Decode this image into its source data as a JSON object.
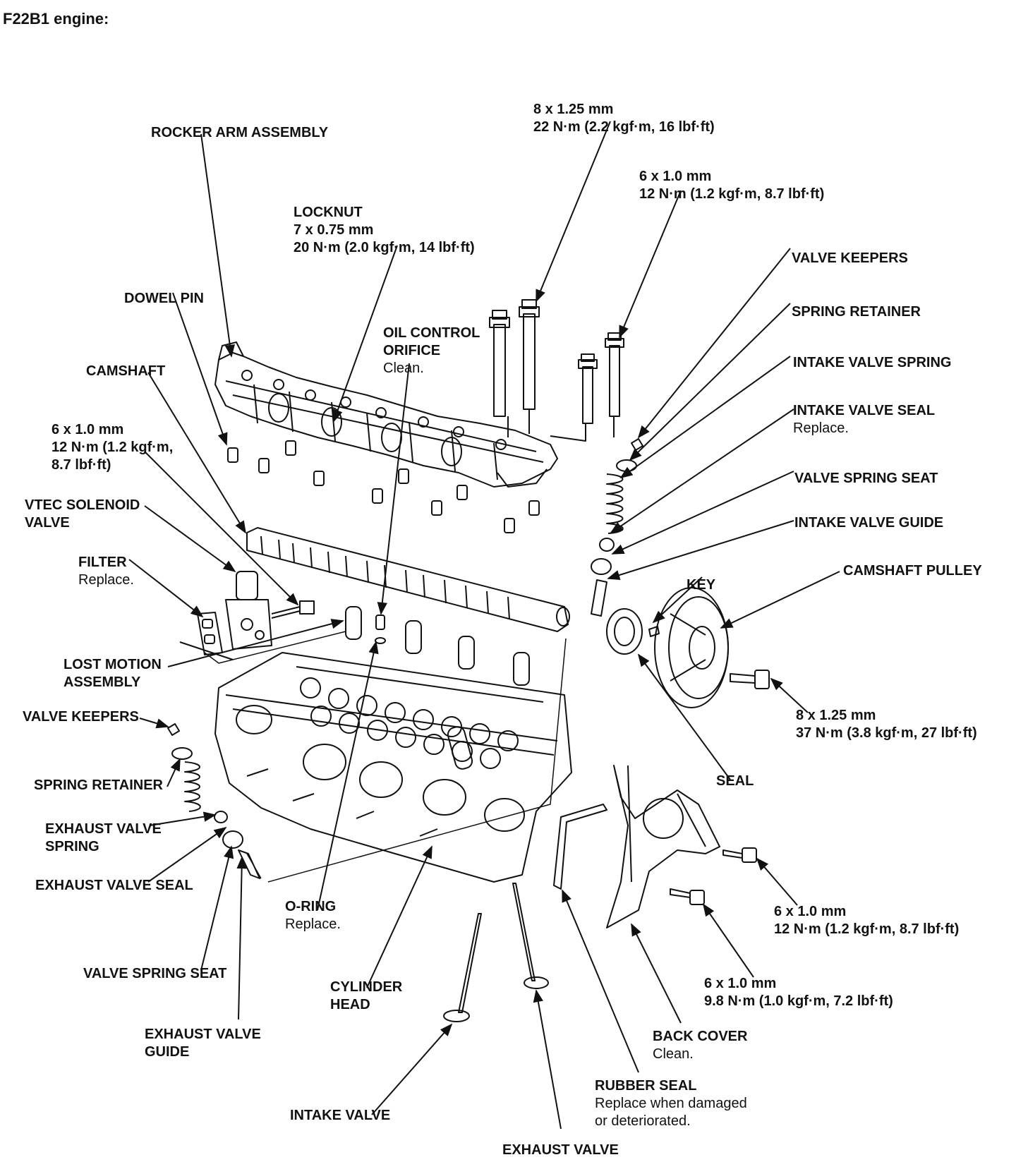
{
  "title": "F22B1 engine:",
  "labels": {
    "rocker_arm_assembly": "ROCKER ARM ASSEMBLY",
    "bolt_8x125_top": {
      "size": "8 x 1.25 mm",
      "torque": "22 N·m (2.2 kgf·m, 16 lbf·ft)"
    },
    "bolt_6x10_top": {
      "size": "6 x 1.0 mm",
      "torque": "12 N·m (1.2 kgf·m, 8.7 lbf·ft)"
    },
    "locknut": {
      "name": "LOCKNUT",
      "size": "7 x 0.75 mm",
      "torque": "20 N·m (2.0 kgf·m, 14 lbf·ft)"
    },
    "valve_keepers_right": "VALVE KEEPERS",
    "spring_retainer_right": "SPRING RETAINER",
    "intake_valve_spring": "INTAKE VALVE SPRING",
    "intake_valve_seal": {
      "name": "INTAKE VALVE SEAL",
      "note": "Replace."
    },
    "valve_spring_seat_right": "VALVE SPRING SEAT",
    "intake_valve_guide": "INTAKE VALVE GUIDE",
    "camshaft_pulley": "CAMSHAFT PULLEY",
    "key": "KEY",
    "dowel_pin": "DOWEL PIN",
    "oil_control_orifice": {
      "line1": "OIL CONTROL",
      "line2": "ORIFICE",
      "note": "Clean."
    },
    "camshaft": "CAMSHAFT",
    "bolt_6x10_left": {
      "size": "6 x 1.0 mm",
      "torque1": "12 N·m (1.2 kgf·m,",
      "torque2": "8.7 lbf·ft)"
    },
    "vtec_solenoid_valve": {
      "line1": "VTEC SOLENOID",
      "line2": "VALVE"
    },
    "filter": {
      "name": "FILTER",
      "note": "Replace."
    },
    "lost_motion_assembly": {
      "line1": "LOST MOTION",
      "line2": "ASSEMBLY"
    },
    "valve_keepers_left": "VALVE KEEPERS",
    "spring_retainer_left": "SPRING RETAINER",
    "exhaust_valve_spring": {
      "line1": "EXHAUST VALVE",
      "line2": "SPRING"
    },
    "exhaust_valve_seal": "EXHAUST VALVE SEAL",
    "valve_spring_seat_left": "VALVE SPRING SEAT",
    "exhaust_valve_guide": {
      "line1": "EXHAUST VALVE",
      "line2": "GUIDE"
    },
    "o_ring": {
      "name": "O-RING",
      "note": "Replace."
    },
    "cylinder_head": {
      "line1": "CYLINDER",
      "line2": "HEAD"
    },
    "intake_valve": "INTAKE VALVE",
    "exhaust_valve": "EXHAUST VALVE",
    "rubber_seal": {
      "name": "RUBBER SEAL",
      "note1": "Replace when damaged",
      "note2": "or deteriorated."
    },
    "back_cover": {
      "name": "BACK COVER",
      "note": "Clean."
    },
    "seal": "SEAL",
    "bolt_8x125_pulley": {
      "size": "8 x 1.25 mm",
      "torque": "37 N·m (3.8 kgf·m, 27 lbf·ft)"
    },
    "bolt_6x10_cover_upper": {
      "size": "6 x 1.0 mm",
      "torque": "12 N·m (1.2 kgf·m, 8.7 lbf·ft)"
    },
    "bolt_6x10_cover_lower": {
      "size": "6 x 1.0 mm",
      "torque": "9.8 N·m (1.0 kgf·m, 7.2 lbf·ft)"
    }
  }
}
